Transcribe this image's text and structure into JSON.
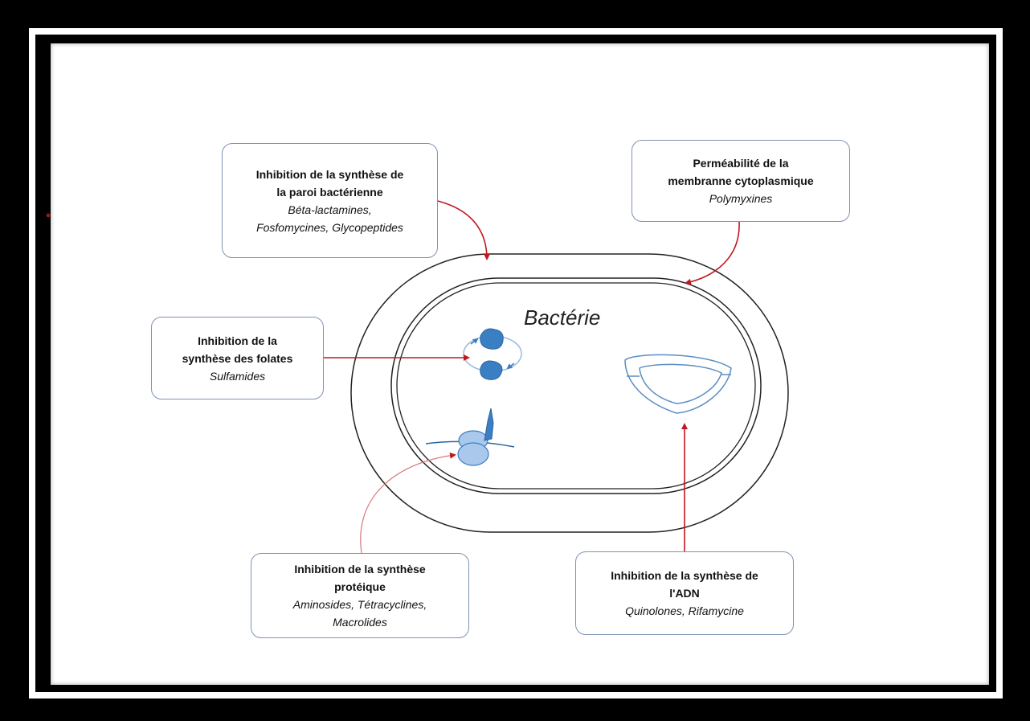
{
  "diagram": {
    "center_label": "Bactérie",
    "boxes": {
      "paroi": {
        "title_1": "Inhibition de la synthèse de",
        "title_2": "la paroi bactérienne",
        "drugs_1": "Béta-lactamines,",
        "drugs_2": "Fosfomycines, Glycopeptides"
      },
      "membrane": {
        "title_1": "Perméabilité de la",
        "title_2": "membranne cytoplasmique",
        "drugs_1": "Polymyxines"
      },
      "folates": {
        "title_1": "Inhibition de la",
        "title_2": "synthèse des folates",
        "drugs_1": "Sulfamides"
      },
      "proteique": {
        "title_1": "Inhibition de la synthèse",
        "title_2": "protéique",
        "drugs_1": "Aminosides, Tétracyclines,",
        "drugs_2": "Macrolides"
      },
      "adn": {
        "title_1": "Inhibition de la synthèse de",
        "title_2": "l'ADN",
        "drugs_1": "Quinolones, Rifamycine"
      }
    },
    "colors": {
      "arrow": "#c0181e",
      "organelle_dark": "#3a7fc4",
      "organelle_light": "#a9c8ec",
      "box_border": "#7f93b3"
    }
  }
}
